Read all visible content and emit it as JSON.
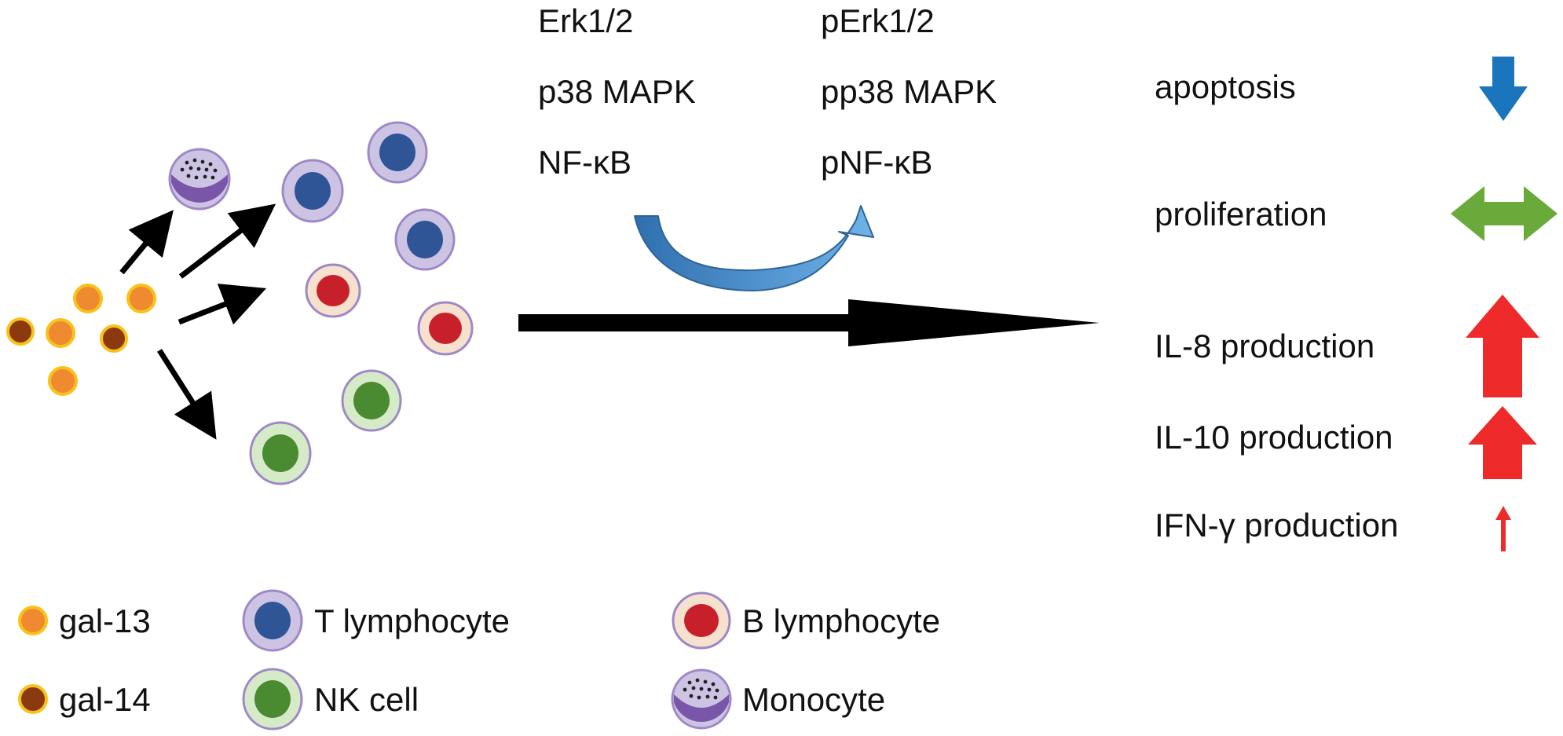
{
  "signaling": {
    "before": [
      "Erk1/2",
      "p38 MAPK",
      "NF-κB"
    ],
    "after": [
      "pErk1/2",
      "pp38 MAPK",
      "pNF-κB"
    ]
  },
  "outcomes": [
    {
      "label": "apoptosis",
      "effect": "decrease",
      "color": "#1b75bc"
    },
    {
      "label": "proliferation",
      "effect": "no change",
      "color": "#6aaa3a"
    },
    {
      "label": "IL-8 production",
      "effect": "strong increase",
      "color": "#ee2a2a"
    },
    {
      "label": "IL-10 production",
      "effect": "increase",
      "color": "#ee2a2a"
    },
    {
      "label": "IFN-γ production",
      "effect": "slight increase",
      "color": "#ee2a2a"
    }
  ],
  "legend": {
    "gal13": "gal-13",
    "gal14": "gal-14",
    "t_lymphocyte": "T lymphocyte",
    "nk_cell": "NK cell",
    "b_lymphocyte": "B lymphocyte",
    "monocyte": "Monocyte"
  },
  "colors": {
    "gal13_fill": "#f08a31",
    "gal14_fill": "#8b3a0f",
    "gal_ring": "#f7c21a",
    "t_cell_nucleus": "#2f5597",
    "cell_cytoplasm": "#cdc4e4",
    "cell_membrane": "#9e88c6",
    "b_cell_nucleus": "#c8202a",
    "b_cell_cytoplasm": "#f6e1cf",
    "nk_cell_nucleus": "#4a8a30",
    "nk_cell_cytoplasm": "#d5ebc8",
    "monocyte_nucleus": "#7a56a8",
    "curved_arrow": "#4a90d0"
  }
}
